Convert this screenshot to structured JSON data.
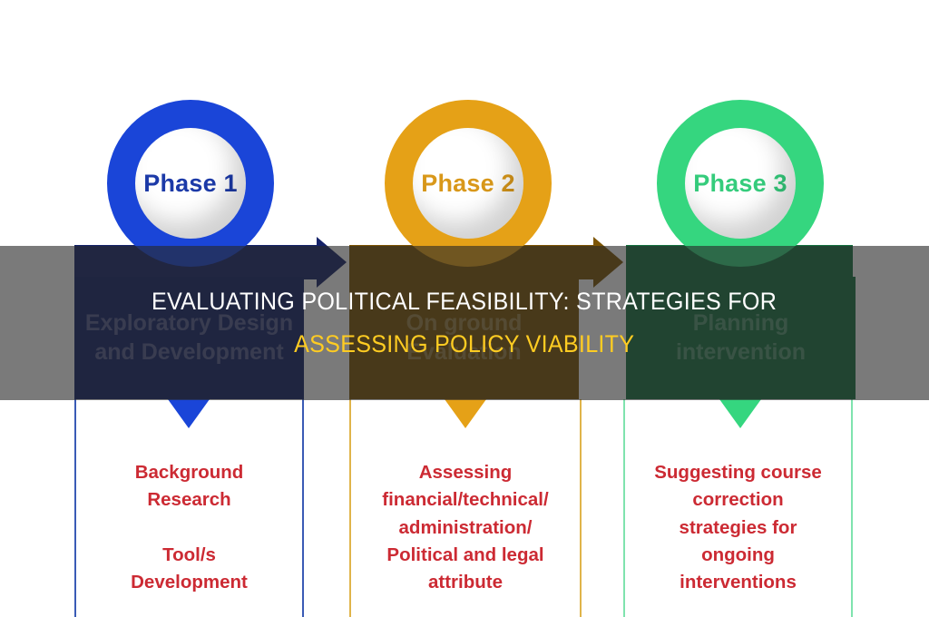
{
  "overlay": {
    "title_line_1": "EVALUATING POLITICAL FEASIBILITY: STRATEGIES FOR",
    "title_line_2": "ASSESSING POLICY VIABILITY",
    "line_1_color": "#ffffff",
    "line_2_color": "#ffcc22",
    "band_color": "rgba(40,40,40,0.62)"
  },
  "phases": [
    {
      "circle_label": "Phase 1",
      "circle_color": "#1a45d8",
      "circle_text_color": "#1c3aa8",
      "stage_label": "Exploratory\nDesign and\nDevelopment",
      "stage_box_color": "#122168",
      "arrow_color": "#152269",
      "pointer_color": "#1a45d8",
      "panel_border_color": "#3a5bb5",
      "panel_text": "Background\nResearch\n\nTool/s\nDevelopment",
      "panel_text_color": "#cc2a33"
    },
    {
      "circle_label": "Phase 2",
      "circle_color": "#e5a117",
      "circle_text_color": "#d9981a",
      "stage_label": "On ground\nEvaluation",
      "stage_box_color": "#7b5404",
      "arrow_color": "#7d5505",
      "pointer_color": "#e5a117",
      "panel_border_color": "#e0b44a",
      "panel_text": "Assessing\nfinancial/technical/\nadministration/\nPolitical and legal\nattribute",
      "panel_text_color": "#cc2a33"
    },
    {
      "circle_label": "Phase 3",
      "circle_color": "#35d67f",
      "circle_text_color": "#35cc7c",
      "stage_label": "Planning\nintervention",
      "stage_box_color": "#15713f",
      "arrow_color": "#15713f",
      "pointer_color": "#35d67f",
      "panel_border_color": "#7fe3ae",
      "panel_text": "Suggesting course\ncorrection\nstrategies for\nongoing\ninterventions",
      "panel_text_color": "#cc2a33"
    }
  ]
}
